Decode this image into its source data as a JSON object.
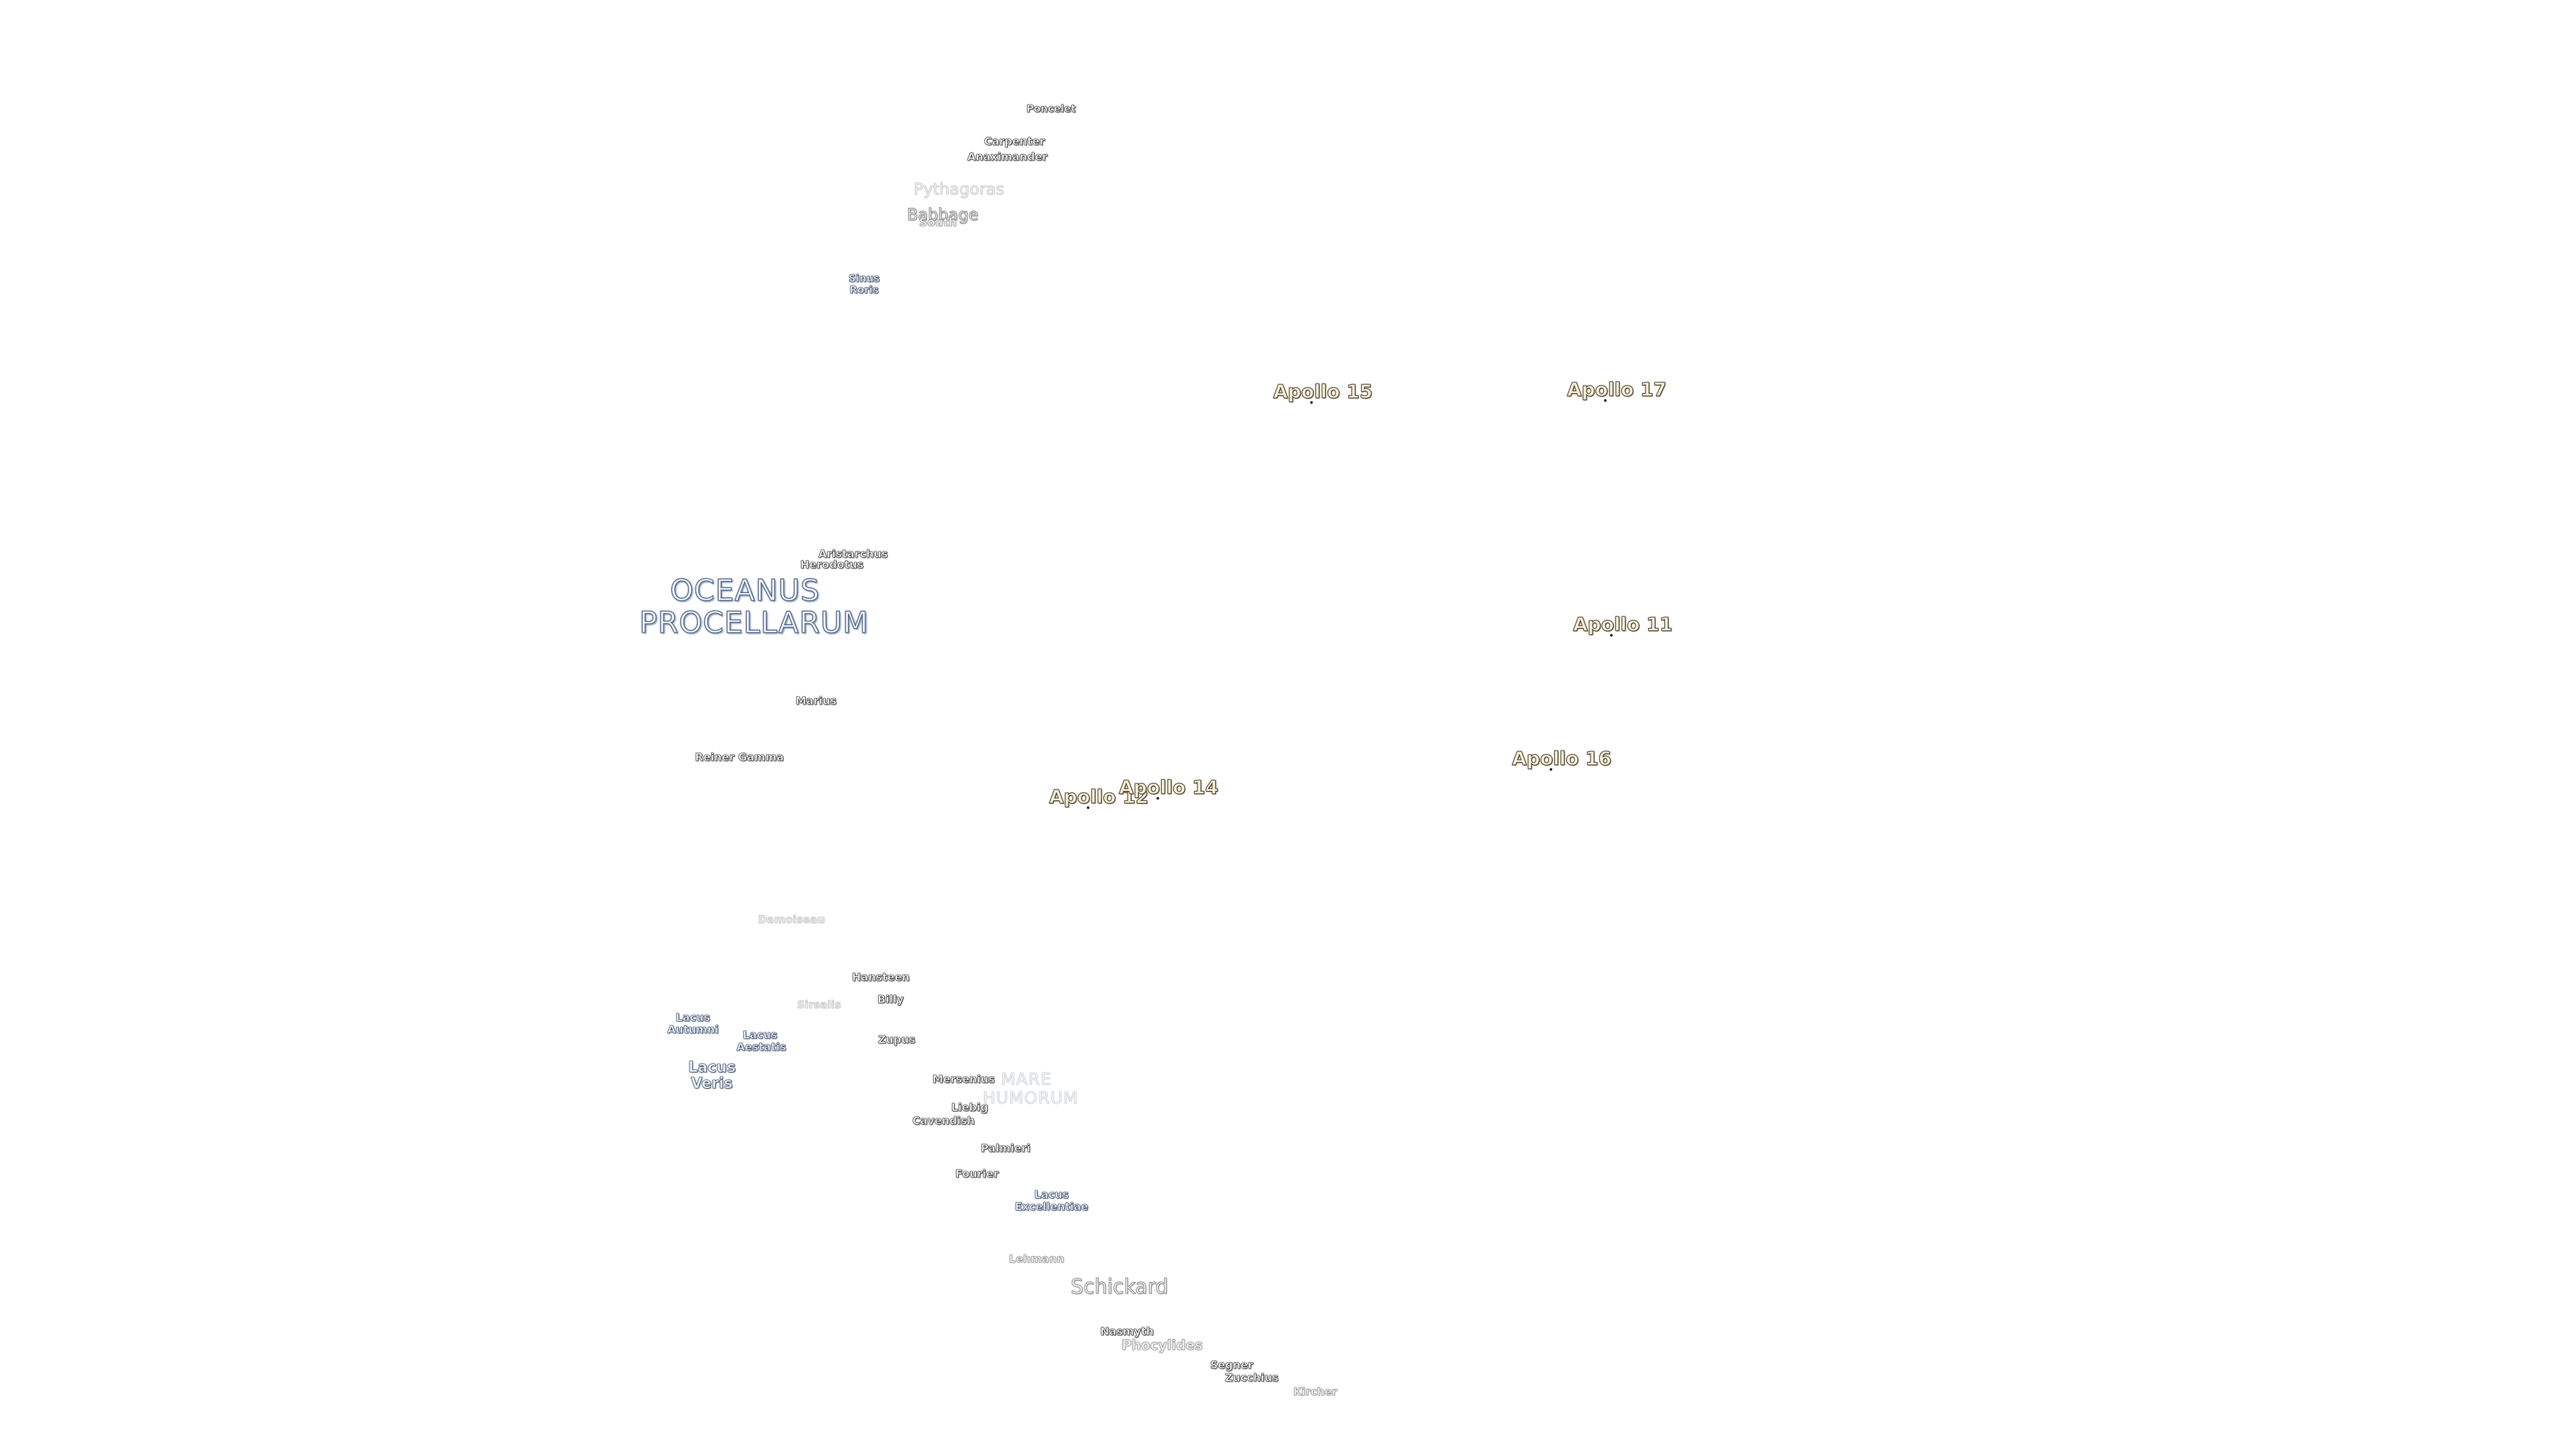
{
  "map": {
    "landing_sites": [
      {
        "id": "apollo15",
        "label": "Apollo 15"
      },
      {
        "id": "apollo17",
        "label": "Apollo 17"
      },
      {
        "id": "apollo11",
        "label": "Apollo 11"
      },
      {
        "id": "apollo16",
        "label": "Apollo 16"
      },
      {
        "id": "apollo12",
        "label": "Apollo 12"
      },
      {
        "id": "apollo14",
        "label": "Apollo 14"
      }
    ],
    "seas": {
      "oceanus_line1": "OCEANUS",
      "oceanus_line2": "PROCELLARUM",
      "mare_humorum_line1": "MARE",
      "mare_humorum_line2": "HUMORUM"
    },
    "lakes": {
      "sinus_roris_line1": "Sinus",
      "sinus_roris_line2": "Roris",
      "lacus_autumni_line1": "Lacus",
      "lacus_autumni_line2": "Autumni",
      "lacus_aestatis_line1": "Lacus",
      "lacus_aestatis_line2": "Aestatis",
      "lacus_veris_line1": "Lacus",
      "lacus_veris_line2": "Veris",
      "lacus_excellentiae_line1": "Lacus",
      "lacus_excellentiae_line2": "Excellentiae"
    },
    "craters": {
      "poncelet": "Poncelet",
      "carpenter": "Carpenter",
      "anaximander": "Anaximander",
      "pythagoras": "Pythagoras",
      "babbage": "Babbage",
      "south": "South",
      "aristarchus": "Aristarchus",
      "herodotus": "Herodotus",
      "marius": "Marius",
      "reiner_gamma": "Reiner Gamma",
      "damoiseau": "Damoiseau",
      "hansteen": "Hansteen",
      "billy": "Billy",
      "sirsalis": "Sirsalis",
      "zupus": "Zupus",
      "mersenius": "Mersenius",
      "liebig": "Liebig",
      "cavendish": "Cavendish",
      "palmieri": "Palmieri",
      "fourier": "Fourier",
      "lehmann": "Lehmann",
      "schickard": "Schickard",
      "nasmyth": "Nasmyth",
      "phocylides": "Phocylides",
      "segner": "Segner",
      "zucchius": "Zucchius",
      "kircher": "Kircher"
    }
  }
}
